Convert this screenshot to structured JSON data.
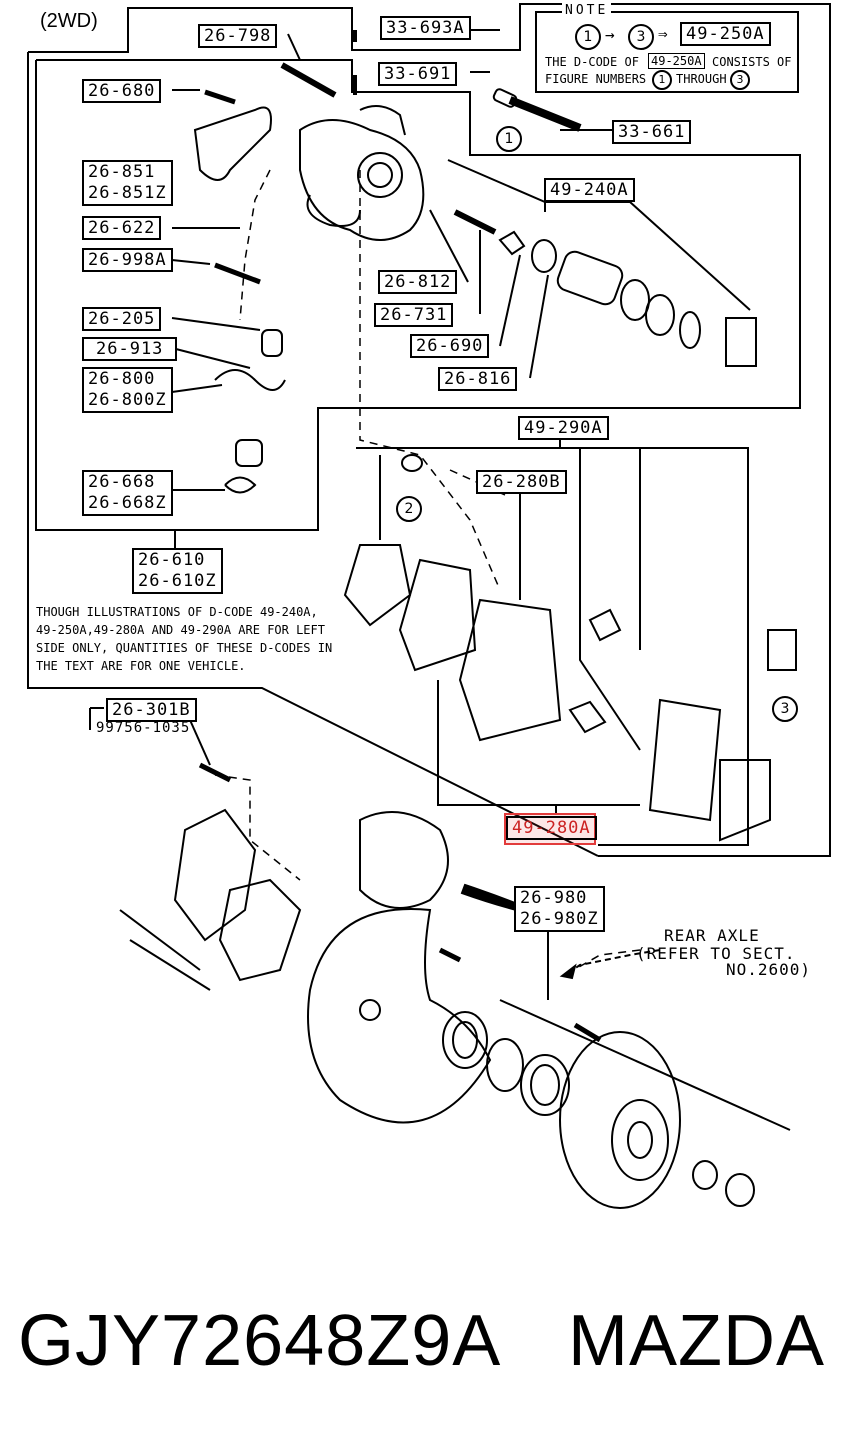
{
  "drive": "(2WD)",
  "note": {
    "title": "NOTE",
    "c1": "1",
    "c3": "3",
    "code": "49-250A",
    "line1_a": "THE D-CODE OF",
    "line1_code": "49-250A",
    "line1_b": "CONSISTS OF",
    "line2_a": "FIGURE NUMBERS",
    "line2_b": "THROUGH"
  },
  "labels": {
    "l26798": "26-798",
    "l33693A": "33-693A",
    "l33691": "33-691",
    "l26680": "26-680",
    "l26851": "26-851",
    "l26851Z": "26-851Z",
    "l26622": "26-622",
    "l26998A": "26-998A",
    "l26205": "26-205",
    "l26913": "26-913",
    "l26800": "26-800",
    "l26800Z": "26-800Z",
    "l26668": "26-668",
    "l26668Z": "26-668Z",
    "l26610": "26-610",
    "l26610Z": "26-610Z",
    "l33661": "33-661",
    "l49240A": "49-240A",
    "l26812": "26-812",
    "l26731": "26-731",
    "l26690": "26-690",
    "l26816": "26-816",
    "l49290A": "49-290A",
    "l26280B": "26-280B",
    "l26301B": "26-301B",
    "l99756": "99756-1035",
    "l49280A": "49-280A",
    "l26980": "26-980",
    "l26980Z": "26-980Z"
  },
  "circles": {
    "c1": "1",
    "c2": "2",
    "c3": "3"
  },
  "disclaimer": [
    "THOUGH ILLUSTRATIONS OF D-CODE 49-240A,",
    "49-250A,49-280A AND 49-290A ARE FOR LEFT",
    "SIDE ONLY, QUANTITIES OF THESE D-CODES IN",
    "THE TEXT ARE FOR ONE VEHICLE."
  ],
  "rear_axle": {
    "line1": "REAR AXLE",
    "line2": "(REFER TO SECT.",
    "line3": "NO.2600)"
  },
  "footer": {
    "part_number": "GJY72648Z9A",
    "brand": "MAZDA"
  }
}
